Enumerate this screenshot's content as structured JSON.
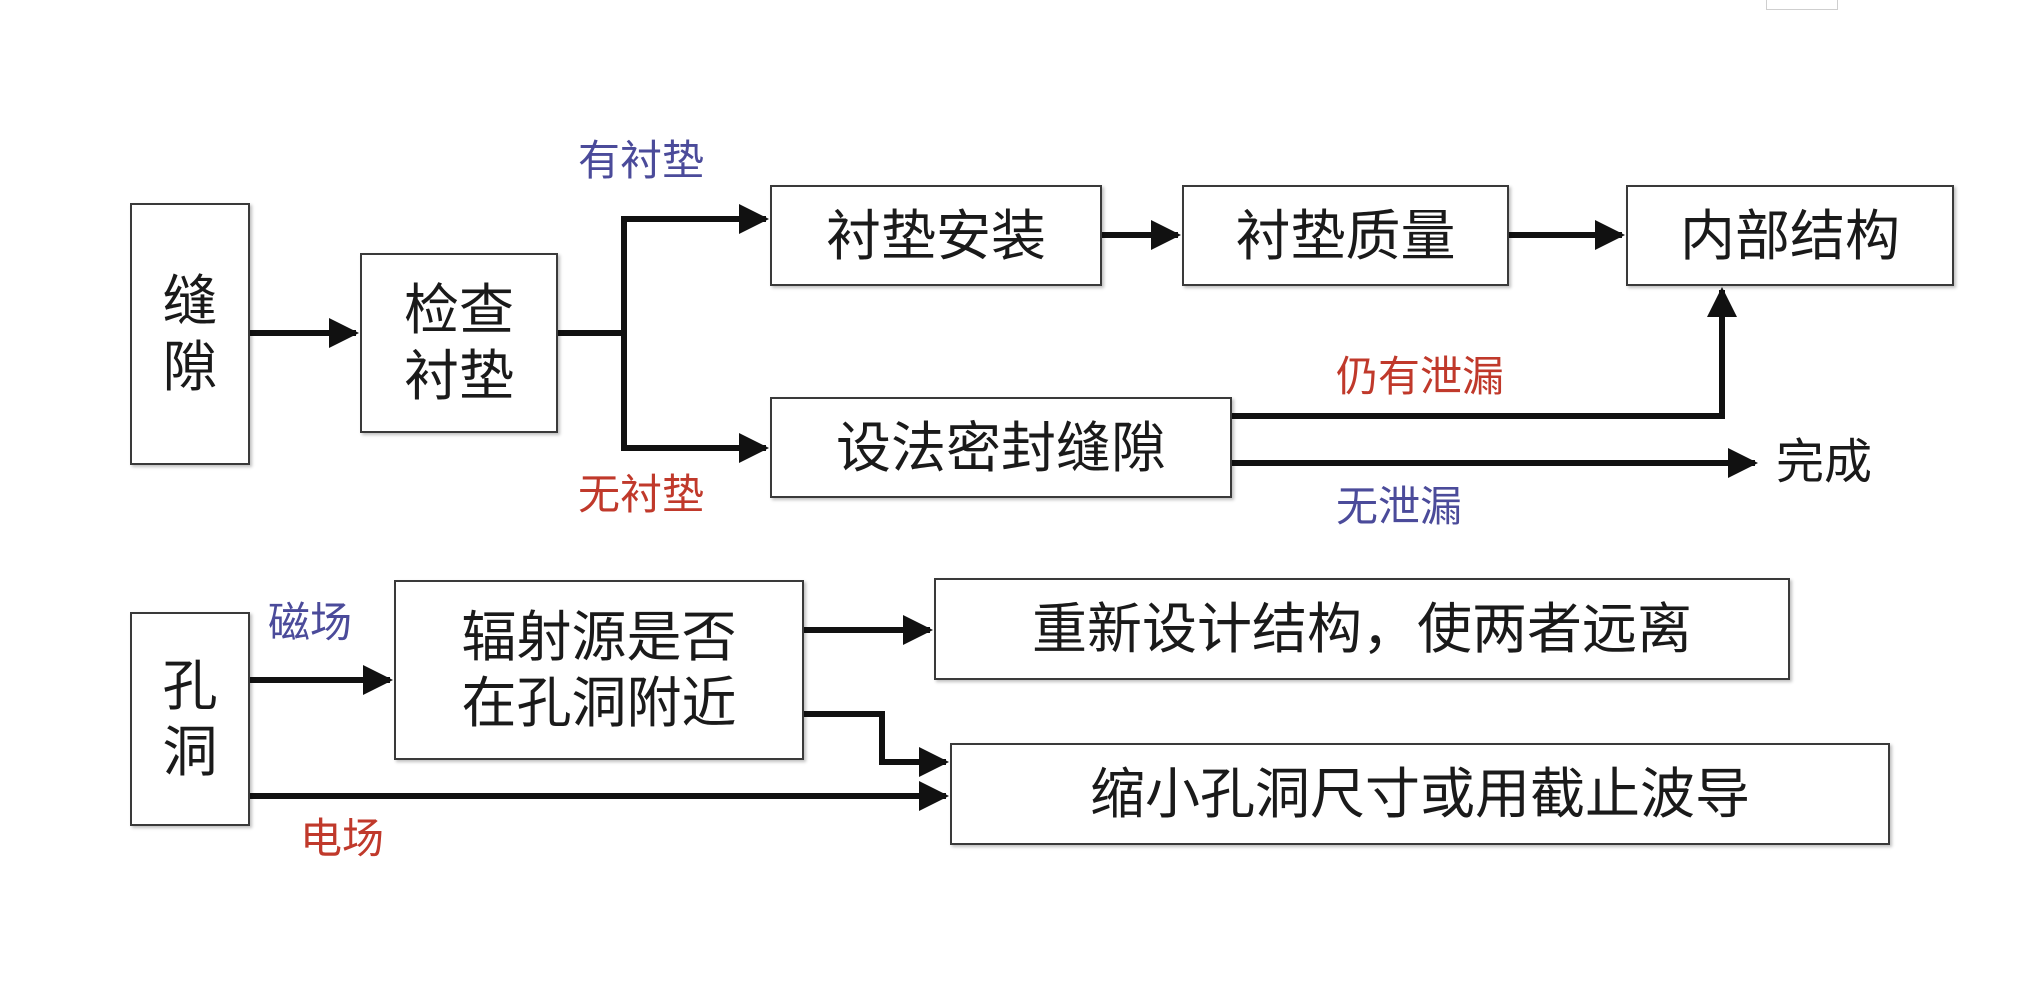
{
  "nodes": {
    "seam": [
      "缝",
      "隙"
    ],
    "check_gasket": [
      "检查",
      "衬垫"
    ],
    "gasket_install": "衬垫安装",
    "gasket_quality": "衬垫质量",
    "internal_structure": "内部结构",
    "seal_seam": "设法密封缝隙",
    "done": "完成",
    "hole": [
      "孔",
      "洞"
    ],
    "source_near_hole": [
      "辐射源是否",
      "在孔洞附近"
    ],
    "redesign": "重新设计结构，使两者远离",
    "shrink_hole": "缩小孔洞尺寸或用截止波导"
  },
  "edge_labels": {
    "has_gasket": "有衬垫",
    "no_gasket": "无衬垫",
    "still_leaking": "仍有泄漏",
    "no_leak": "无泄漏",
    "magnetic_field": "磁场",
    "electric_field": "电场"
  },
  "colors": {
    "blue_label": "#4b4b9a",
    "red_label": "#c0392b",
    "line": "#111111",
    "box_border": "#3a3a3a"
  }
}
